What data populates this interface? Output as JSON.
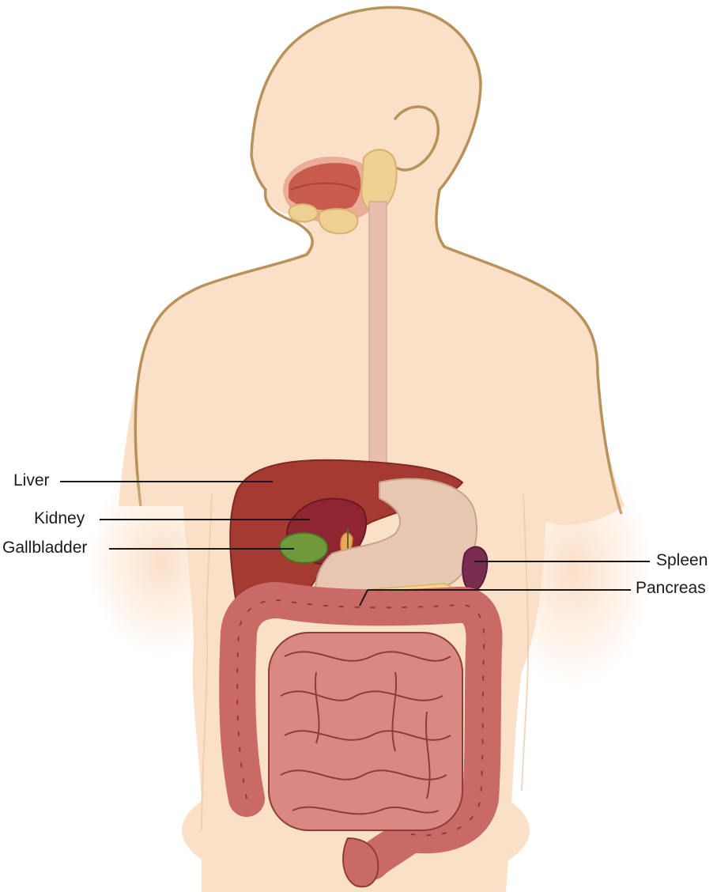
{
  "labels": {
    "liver": "Liver",
    "kidney": "Kidney",
    "gallbladder": "Gallbladder",
    "spleen": "Spleen",
    "pancreas": "Pancreas"
  },
  "colors": {
    "skin": "#fbe0c8",
    "skin_outline": "#b8925a",
    "liver": "#a53a30",
    "kidney": "#8f2530",
    "gallbladder": "#6e9a3a",
    "stomach": "#e8c7b2",
    "spleen": "#7a2c4e",
    "pancreas": "#f3d890",
    "intestine": "#c96a66",
    "intestine_dark": "#8f3d3a",
    "esophagus": "#e8bfae",
    "salivary": "#f0cf92",
    "leader_line": "#1a1a1a"
  }
}
